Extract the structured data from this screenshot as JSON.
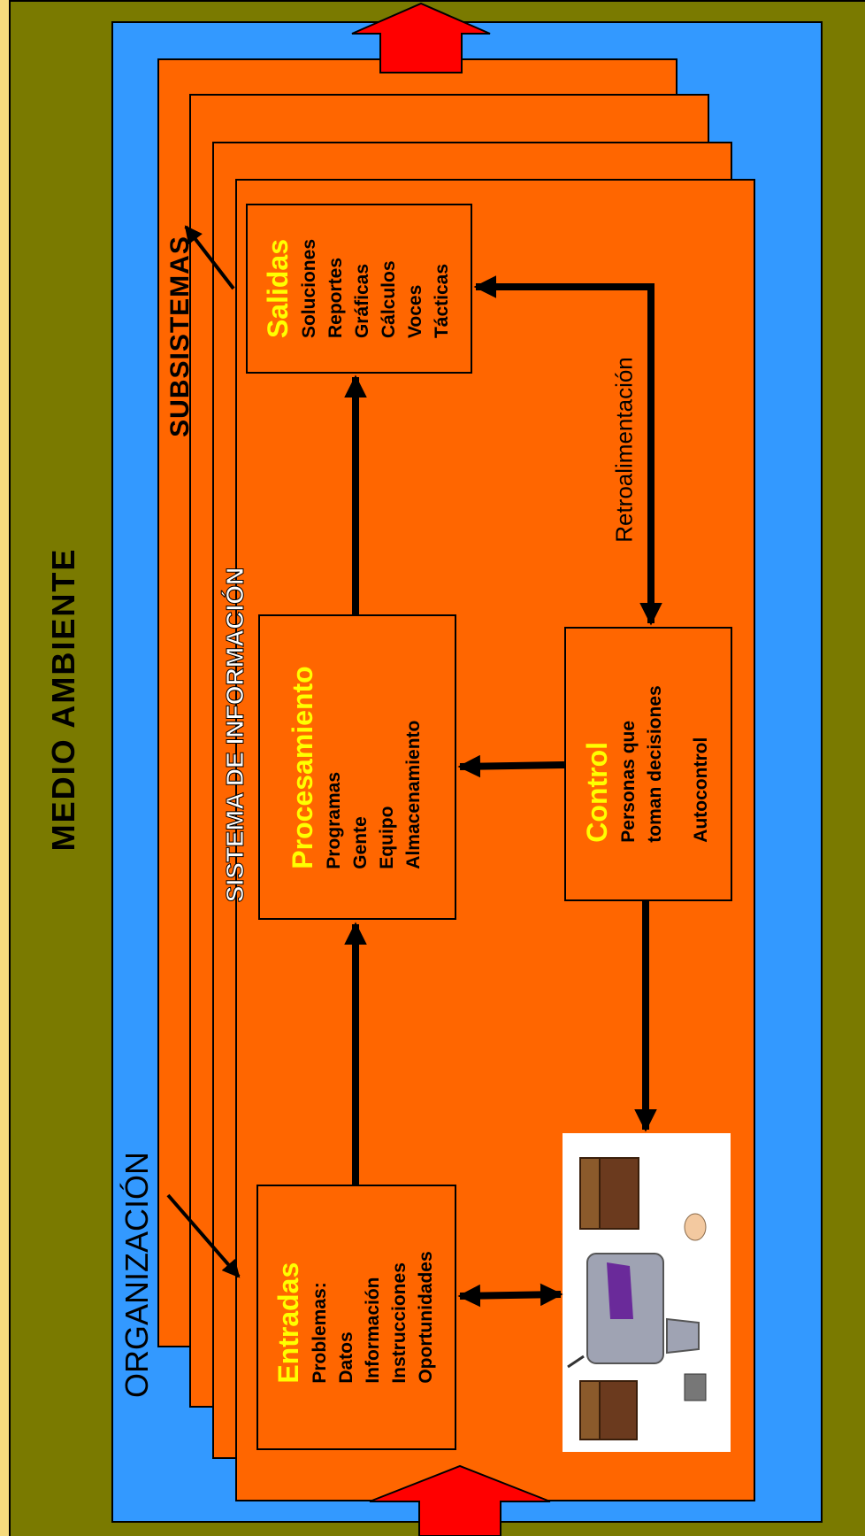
{
  "diagram": {
    "environment_label": "MEDIO AMBIENTE",
    "organization_label": "ORGANIZACIÓN",
    "subsystems_label": "SUBSISTEMAS",
    "system_label": "SISTEMA DE INFORMACIÓN",
    "feedback_label": "Retroalimentación",
    "inputs": {
      "title": "Entradas",
      "items": [
        "Problemas:",
        "Datos",
        "Información",
        "Instrucciones",
        "Oportunidades"
      ]
    },
    "processing": {
      "title": "Procesamiento",
      "items": [
        "Programas",
        "Gente",
        "Equipo",
        "Almacenamiento"
      ]
    },
    "outputs": {
      "title": "Salidas",
      "items": [
        "Soluciones",
        "Reportes",
        "Gráficas",
        "Cálculos",
        "Voces",
        "Tácticas"
      ]
    },
    "control": {
      "title": "Control",
      "items": [
        "Personas que",
        "toman decisiones",
        "",
        "Autocontrol"
      ]
    },
    "colors": {
      "environment": "#7a7a00",
      "environment_band": "#f6db7e",
      "organization": "#3399ff",
      "system": "#ff6600",
      "box_title": "#ffff00",
      "flow_arrow": "#ff0000"
    },
    "icons": [
      "person-at-desk-icon",
      "red-flow-arrow-icon"
    ]
  }
}
